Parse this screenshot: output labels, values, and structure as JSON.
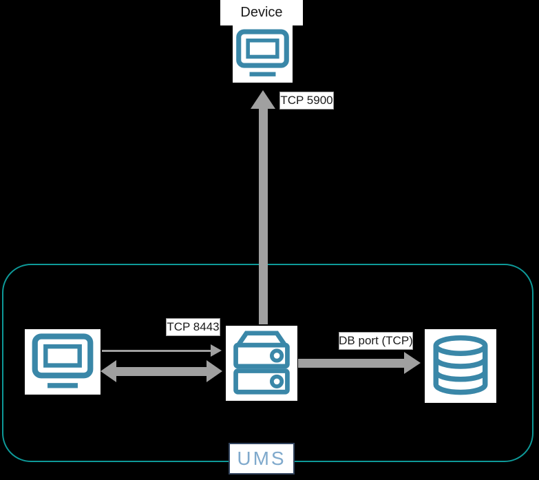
{
  "diagram": {
    "device_label": "Device",
    "labels": {
      "vnc_port": "TCP 5900",
      "web_port": "TCP 8443",
      "db_port": "DB port (TCP)",
      "container": "UMS"
    },
    "icons": {
      "device": "monitor-icon",
      "console": "monitor-icon",
      "server": "server-icon",
      "database": "database-icon"
    },
    "colors": {
      "background": "#000000",
      "container_border": "#0E9A99",
      "icon": "#3A87A8",
      "arrow": "#A0A0A0",
      "label_bg": "#FFFFFF",
      "label_text": "#1A1A1A",
      "label_border": "#9A9A9A",
      "ums_border": "#33455F",
      "ums_text": "#7FA9CC"
    }
  }
}
